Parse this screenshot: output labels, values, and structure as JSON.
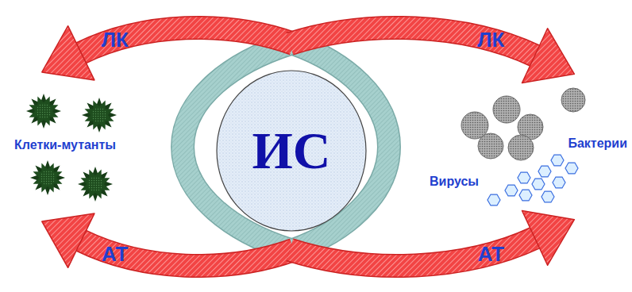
{
  "diagram": {
    "nodes": [
      {
        "text": [
          "ИС"
        ]
      }
    ],
    "labels": [
      "ЛК",
      "ЛК",
      "Клетки-мутанты",
      "Бактерии",
      "Вирусы",
      "АТ",
      "АТ"
    ]
  }
}
